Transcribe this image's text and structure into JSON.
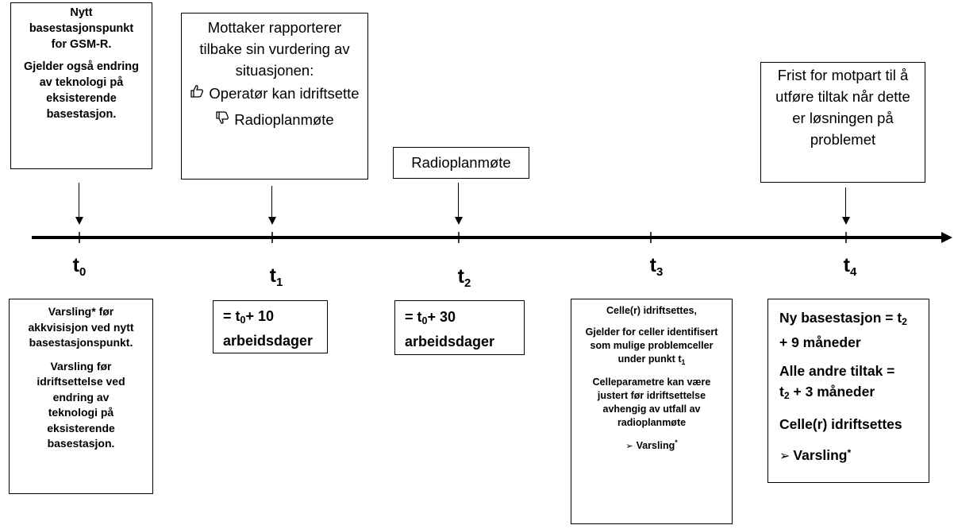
{
  "timeline": {
    "labels": [
      {
        "t": "t",
        "sub": "0"
      },
      {
        "t": "t",
        "sub": "1"
      },
      {
        "t": "t",
        "sub": "2"
      },
      {
        "t": "t",
        "sub": "3"
      },
      {
        "t": "t",
        "sub": "4"
      }
    ]
  },
  "top_boxes": {
    "t0": {
      "line1": "Nytt basestasjonspunkt for GSM-R.",
      "line2": "Gjelder også endring av teknologi på eksisterende basestasjon."
    },
    "t1": {
      "line1": "Mottaker rapporterer tilbake sin vurdering av situasjonen:",
      "option_up": "Operatør kan idriftsette",
      "option_down": "Radioplanmøte",
      "icon_up": "thumbs-up-icon",
      "icon_down": "thumbs-down-icon"
    },
    "t2": {
      "line1": "Radioplanmøte"
    },
    "t4": {
      "line1": "Frist for motpart til å utføre tiltak når dette er løsningen på problemet"
    }
  },
  "bottom_boxes": {
    "t0": {
      "p1": "Varsling* før akkvisisjon ved nytt basestasjonspunkt.",
      "p2": "Varsling før idriftsettelse ved endring av teknologi på eksisterende basestasjon."
    },
    "t1": {
      "prefix": "= t",
      "sub": "0",
      "suffix": "+ 10",
      "line2": "arbeidsdager"
    },
    "t2": {
      "prefix": "= t",
      "sub": "0",
      "suffix": "+ 30",
      "line2": "arbeidsdager"
    },
    "t3": {
      "p1": "Celle(r) idriftsettes,",
      "p2": "Gjelder for celler identifisert som mulige problemceller under punkt t",
      "p2_sub": "1",
      "p3": "Celleparametre kan være justert før idriftsettelse avhengig av utfall av radioplanmøte",
      "p4": "Varsling",
      "p4_sup": "*"
    },
    "t4": {
      "p1a": "Ny basestasjon = t",
      "p1_sub": "2",
      "p1b": "+ 9 måneder",
      "p2a": "Alle andre tiltak =",
      "p2b": "t",
      "p2_sub": "2",
      "p2c": " + 3 måneder",
      "p3": "Celle(r) idriftsettes",
      "p4": "Varsling",
      "p4_sup": "*"
    }
  }
}
